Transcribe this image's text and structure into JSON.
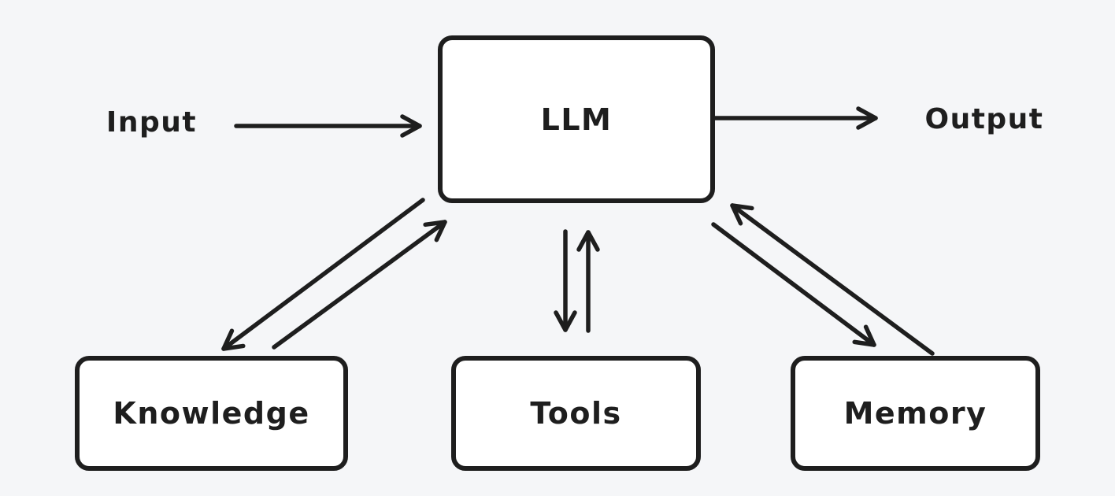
{
  "diagram": {
    "type": "flow-diagram",
    "style": "hand-drawn-whiteboard",
    "background_color": "#f5f6f8",
    "stroke_color": "#1e1e1e",
    "box_fill_color": "#ffffff",
    "nodes": {
      "input": {
        "label": "Input",
        "kind": "text"
      },
      "llm": {
        "label": "LLM",
        "kind": "box"
      },
      "output": {
        "label": "Output",
        "kind": "text"
      },
      "knowledge": {
        "label": "Knowledge",
        "kind": "box"
      },
      "tools": {
        "label": "Tools",
        "kind": "box"
      },
      "memory": {
        "label": "Memory",
        "kind": "box"
      }
    },
    "edges": [
      {
        "from": "input",
        "to": "llm",
        "direction": "one-way"
      },
      {
        "from": "llm",
        "to": "output",
        "direction": "one-way"
      },
      {
        "from": "llm",
        "to": "knowledge",
        "direction": "two-way"
      },
      {
        "from": "llm",
        "to": "tools",
        "direction": "two-way"
      },
      {
        "from": "llm",
        "to": "memory",
        "direction": "two-way"
      }
    ]
  }
}
